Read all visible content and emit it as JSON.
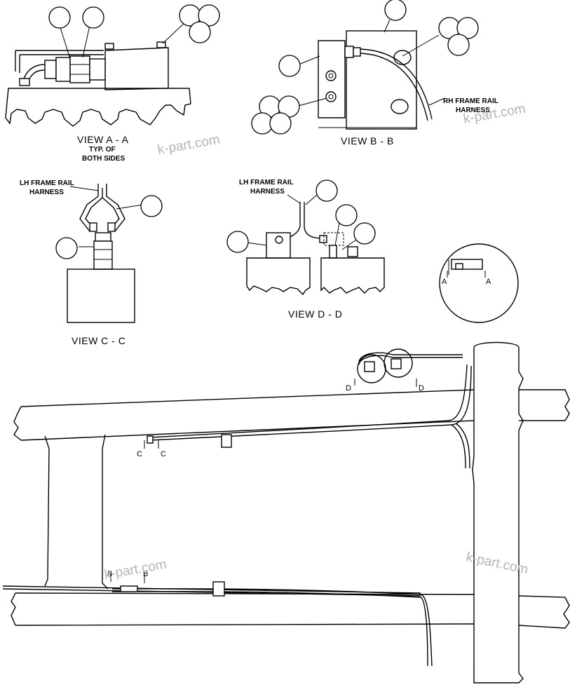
{
  "views": {
    "a": {
      "title": "VIEW  A - A",
      "note_line1": "TYP. OF",
      "note_line2": "BOTH SIDES"
    },
    "b": {
      "title": "VIEW  B - B"
    },
    "c": {
      "title": "VIEW  C - C"
    },
    "d": {
      "title": "VIEW  D - D"
    }
  },
  "harness_labels": {
    "rh_line1": "RH FRAME RAIL",
    "rh_line2": "HARNESS",
    "lh_c_line1": "LH FRAME RAIL",
    "lh_c_line2": "HARNESS",
    "lh_d_line1": "LH FRAME RAIL",
    "lh_d_line2": "HARNESS"
  },
  "section_markers": {
    "a_left": "A",
    "a_right": "A",
    "b_left": "B",
    "b_right": "B",
    "c_left": "C",
    "c_right": "C",
    "d_left": "D",
    "d_right": "D",
    "aa_left": "A",
    "aa_right": "A"
  },
  "watermarks": [
    "k-part.com",
    "k-part.com",
    "k-part.com",
    "k-part.com"
  ]
}
